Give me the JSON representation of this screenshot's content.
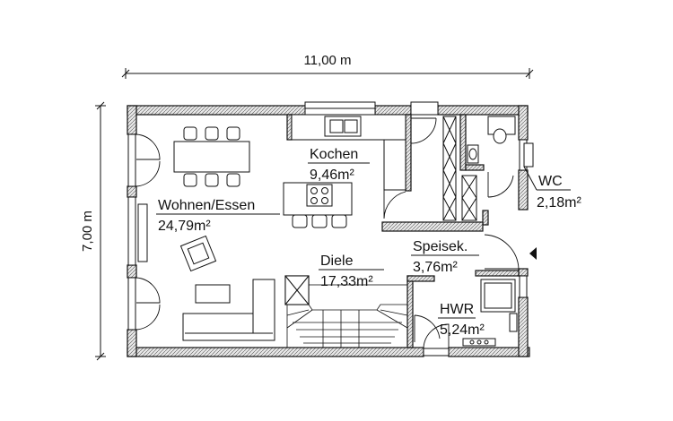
{
  "plan": {
    "dimension_width": "11,00 m",
    "dimension_height": "7,00 m",
    "rooms": [
      {
        "name": "Wohnen/Essen",
        "area": "24,79m²"
      },
      {
        "name": "Kochen",
        "area": "9,46m²"
      },
      {
        "name": "WC",
        "area": "2,18m²"
      },
      {
        "name": "Diele",
        "area": "17,33m²"
      },
      {
        "name": "Speisek.",
        "area": "3,76m²"
      },
      {
        "name": "HWR",
        "area": "5,24m²"
      }
    ]
  },
  "colors": {
    "lines": "#111111",
    "background": "#ffffff"
  }
}
